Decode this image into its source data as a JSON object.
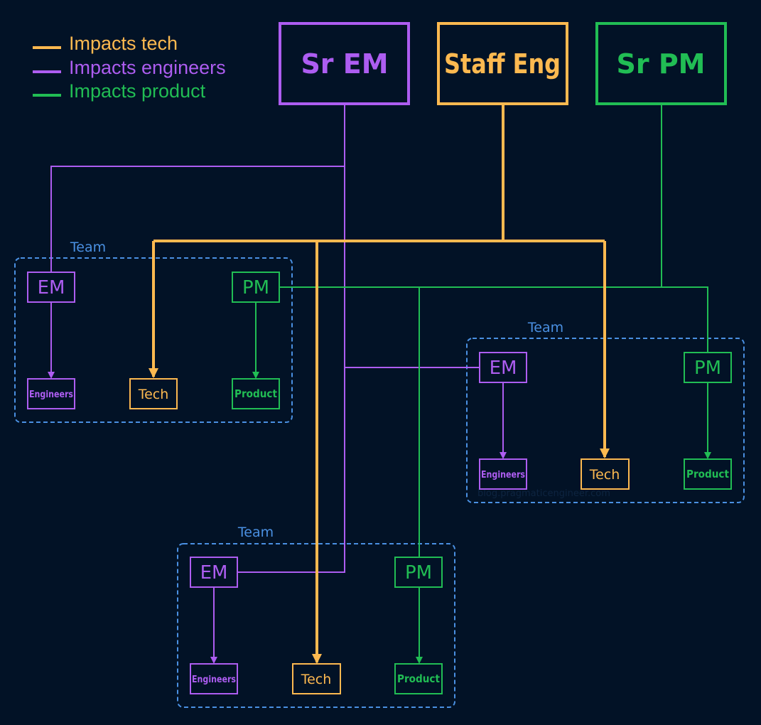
{
  "colors": {
    "background": "#021226",
    "tech": "#FDB950",
    "engineers": "#AD5DF1",
    "product": "#21BD54",
    "team": "#4A90E2"
  },
  "legend": {
    "tech": "Impacts tech",
    "engineers": "Impacts engineers",
    "product": "Impacts product"
  },
  "leaders": {
    "sr_em": "Sr EM",
    "staff_eng": "Staff Eng",
    "sr_pm": "Sr PM"
  },
  "teams": [
    {
      "label": "Team",
      "em": "EM",
      "pm": "PM",
      "engineers": "Engineers",
      "tech": "Tech",
      "product": "Product"
    },
    {
      "label": "Team",
      "em": "EM",
      "pm": "PM",
      "engineers": "Engineers",
      "tech": "Tech",
      "product": "Product"
    },
    {
      "label": "Team",
      "em": "EM",
      "pm": "PM",
      "engineers": "Engineers",
      "tech": "Tech",
      "product": "Product"
    }
  ],
  "watermark": "blog.pragmaticengineer.com"
}
